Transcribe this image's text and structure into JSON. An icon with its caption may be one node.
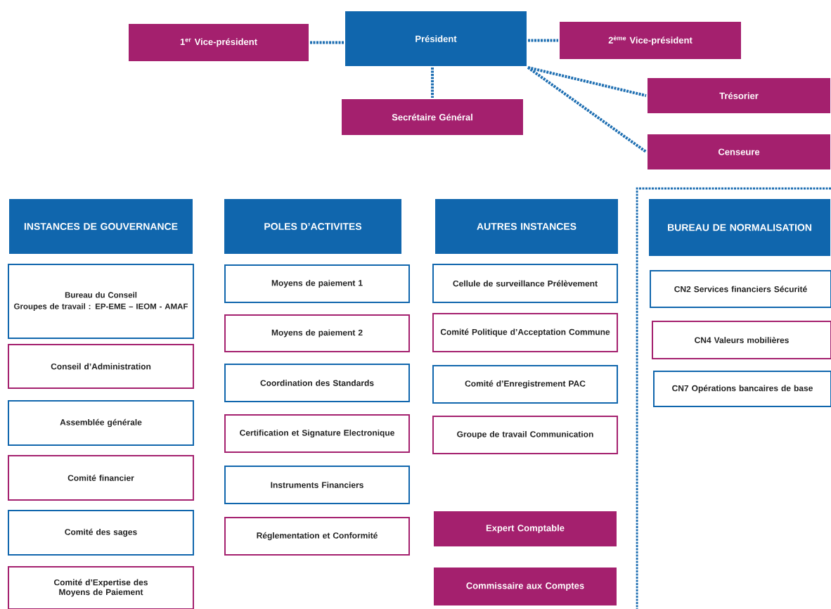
{
  "diagram": {
    "nodes": [
      {
        "text": [
          "Président"
        ]
      },
      {
        "text": [
          "1$^{er}$ Vice-président"
        ]
      },
      {
        "text": [
          "2$^{ème}$ Vice-président"
        ]
      },
      {
        "text": [
          "Secrétaire Général"
        ]
      },
      {
        "text": [
          "Trésorier"
        ]
      },
      {
        "text": [
          "Censeure"
        ]
      },
      {
        "text": [
          "INSTANCES DE GOUVERNANCE"
        ]
      },
      {
        "text": [
          "Bureau du Conseil",
          "Groupes de travail : EP-EME – IEOM - AMAF"
        ]
      },
      {
        "text": [
          "Conseil d’Administration"
        ]
      },
      {
        "text": [
          "Assemblée générale"
        ]
      },
      {
        "text": [
          "Comité financier"
        ]
      },
      {
        "text": [
          "Comité des sages"
        ]
      },
      {
        "text": [
          "Comité d’Expertise des Moyens de Paiement"
        ]
      },
      {
        "text": [
          "POLES D’ACTIVITES"
        ]
      },
      {
        "text": [
          "Moyens de paiement 1"
        ]
      },
      {
        "text": [
          "Moyens de paiement 2"
        ]
      },
      {
        "text": [
          "Coordination des Standards"
        ]
      },
      {
        "text": [
          "Certification et Signature Electronique"
        ]
      },
      {
        "text": [
          "Instruments Financiers"
        ]
      },
      {
        "text": [
          "Réglementation et Conformité"
        ]
      },
      {
        "text": [
          "AUTRES INSTANCES"
        ]
      },
      {
        "text": [
          "Cellule de surveillance Prélèvement"
        ]
      },
      {
        "text": [
          "Comité Politique d’Acceptation Commune"
        ]
      },
      {
        "text": [
          "Comité d’Enregistrement PAC"
        ]
      },
      {
        "text": [
          "Groupe de travail Communication"
        ]
      },
      {
        "text": [
          "Expert Comptable"
        ]
      },
      {
        "text": [
          "Commissaire aux Comptes"
        ]
      },
      {
        "text": [
          "BUREAU DE NORMALISATION"
        ]
      },
      {
        "text": [
          "CN2 Services financiers Sécurité"
        ]
      },
      {
        "text": [
          "CN4 Valeurs mobilières"
        ]
      },
      {
        "text": [
          "CN7 Opérations bancaires de base"
        ]
      }
    ],
    "edges": [
      {
        "from": 0,
        "to": 1,
        "arrow": "none",
        "style": "dashed"
      },
      {
        "from": 0,
        "to": 2,
        "arrow": "none",
        "style": "dashed"
      },
      {
        "from": 0,
        "to": 3,
        "arrow": "none",
        "style": "dashed"
      },
      {
        "from": 0,
        "to": 4,
        "arrow": "none",
        "style": "dashed"
      },
      {
        "from": 0,
        "to": 5,
        "arrow": "none",
        "style": "dashed"
      }
    ]
  }
}
